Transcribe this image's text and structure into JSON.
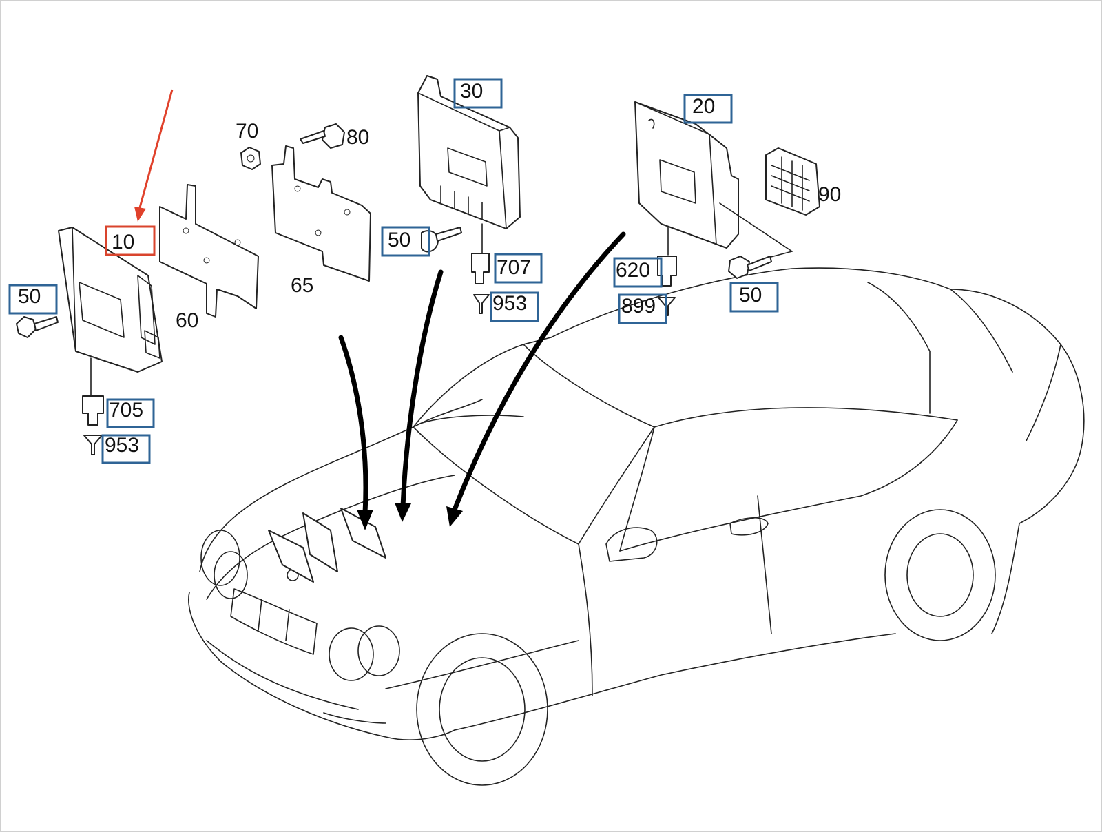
{
  "colors": {
    "highlight_box": "#d9442d",
    "callout_box": "#2f6496",
    "pointer_arrow": "#e0412b",
    "line_art": "#222222"
  },
  "labels": {
    "p10": "10",
    "p20": "20",
    "p30": "30",
    "p50a": "50",
    "p50b": "50",
    "p50c": "50",
    "p60": "60",
    "p65": "65",
    "p70": "70",
    "p80": "80",
    "p90": "90",
    "p620": "620",
    "p705": "705",
    "p707": "707",
    "p899": "899",
    "p953a": "953",
    "p953b": "953"
  },
  "highlighted_part": "10"
}
